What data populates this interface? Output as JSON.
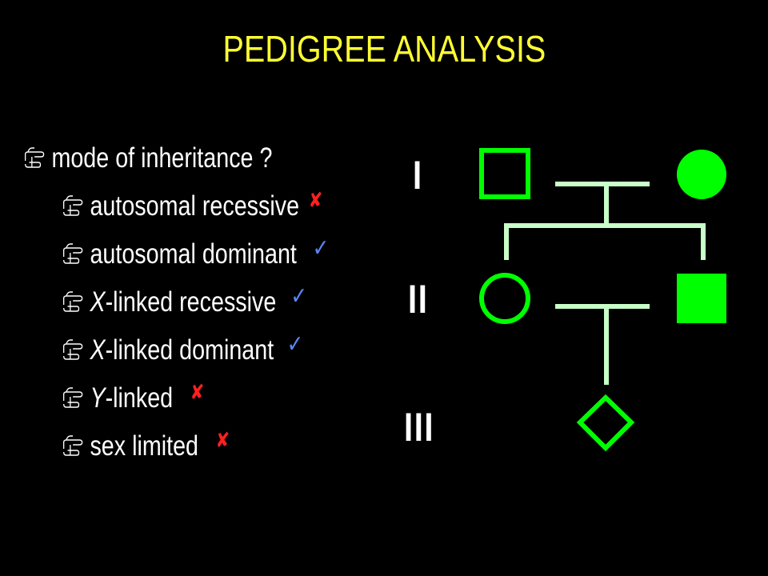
{
  "title": "PEDIGREE ANALYSIS",
  "colors": {
    "title": "#ffff33",
    "text": "#ffffff",
    "check": "#5b86f0",
    "cross": "#ff2020",
    "symbol": "#00ff00",
    "line": "#c8ffc8",
    "roman": "#ffffff"
  },
  "bullet_icon": "pointing-hand-icon",
  "main_bullet": {
    "text": "mode of inheritance ?"
  },
  "sub_bullets": [
    {
      "prefix": "",
      "text": "autosomal recessive",
      "mark": "✘",
      "mark_type": "cross"
    },
    {
      "prefix": "",
      "text": "autosomal dominant",
      "mark": "✓",
      "mark_type": "check"
    },
    {
      "prefix": "X",
      "text": "-linked recessive",
      "mark": "✓",
      "mark_type": "check"
    },
    {
      "prefix": "X",
      "text": "-linked dominant",
      "mark": "✓",
      "mark_type": "check"
    },
    {
      "prefix": "Y",
      "text": "-linked",
      "mark": "✘",
      "mark_type": "cross"
    },
    {
      "prefix": "",
      "text": "sex limited",
      "mark": "✘",
      "mark_type": "cross"
    }
  ],
  "generations": [
    "I",
    "II",
    "III"
  ],
  "pedigree": {
    "generation_I": [
      {
        "id": "I-1",
        "shape": "square",
        "affected": false
      },
      {
        "id": "I-2",
        "shape": "circle",
        "affected": true
      }
    ],
    "generation_II": [
      {
        "id": "II-1",
        "shape": "circle",
        "affected": false
      },
      {
        "id": "II-2",
        "shape": "square",
        "affected": true
      }
    ],
    "generation_III": [
      {
        "id": "III-1",
        "shape": "diamond",
        "affected": false
      }
    ]
  }
}
